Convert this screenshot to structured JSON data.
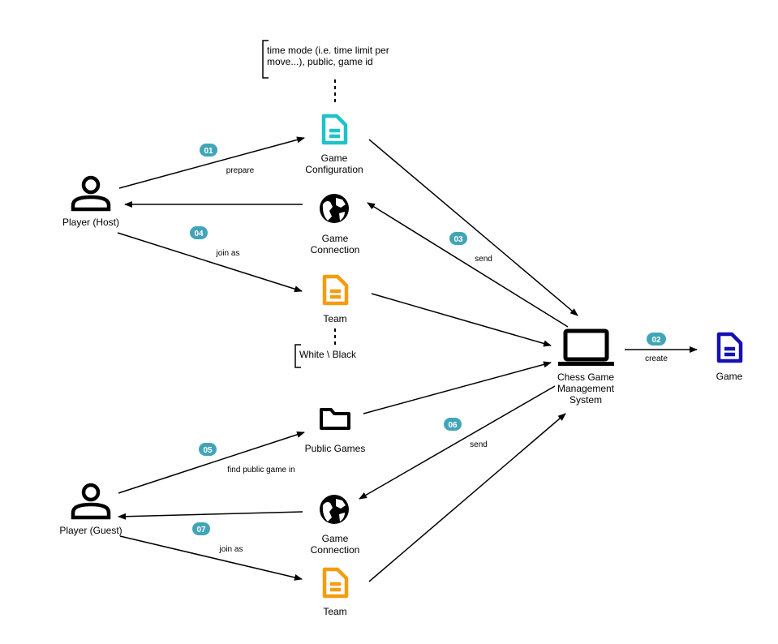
{
  "colors": {
    "badge": "#42a5b7",
    "config_doc": "#1ec2c9",
    "team_doc": "#f59c10",
    "game_doc": "#1410b8",
    "line": "#000000"
  },
  "nodes": {
    "player_host": {
      "label": "Player (Host)",
      "icon": "user-icon"
    },
    "player_guest": {
      "label": "Player (Guest)",
      "icon": "user-icon"
    },
    "game_configuration": {
      "label_line1": "Game",
      "label_line2": "Configuration",
      "icon": "document-icon"
    },
    "game_connection_top": {
      "label_line1": "Game",
      "label_line2": "Connection",
      "icon": "globe-icon"
    },
    "game_connection_bottom": {
      "label_line1": "Game",
      "label_line2": "Connection",
      "icon": "globe-icon"
    },
    "team_top": {
      "label": "Team",
      "icon": "document-icon"
    },
    "team_bottom": {
      "label": "Team",
      "icon": "document-icon"
    },
    "public_games": {
      "label": "Public Games",
      "icon": "folder-icon"
    },
    "chess_system": {
      "label_line1": "Chess Game",
      "label_line2": "Management",
      "label_line3": "System",
      "icon": "laptop-icon"
    },
    "game": {
      "label": "Game",
      "icon": "document-icon"
    }
  },
  "notes": {
    "config_note": {
      "line1": "time mode (i.e. time limit per",
      "line2": "move...), public, game id"
    },
    "team_note": {
      "text": "White \\ Black"
    }
  },
  "steps": {
    "s01": {
      "badge": "01",
      "label": "prepare"
    },
    "s02": {
      "badge": "02",
      "label": "create"
    },
    "s03": {
      "badge": "03",
      "label": "send"
    },
    "s04": {
      "badge": "04",
      "label": "join as"
    },
    "s05": {
      "badge": "05",
      "label": "find public game in"
    },
    "s06": {
      "badge": "06",
      "label": "send"
    },
    "s07": {
      "badge": "07",
      "label": "join as"
    }
  }
}
